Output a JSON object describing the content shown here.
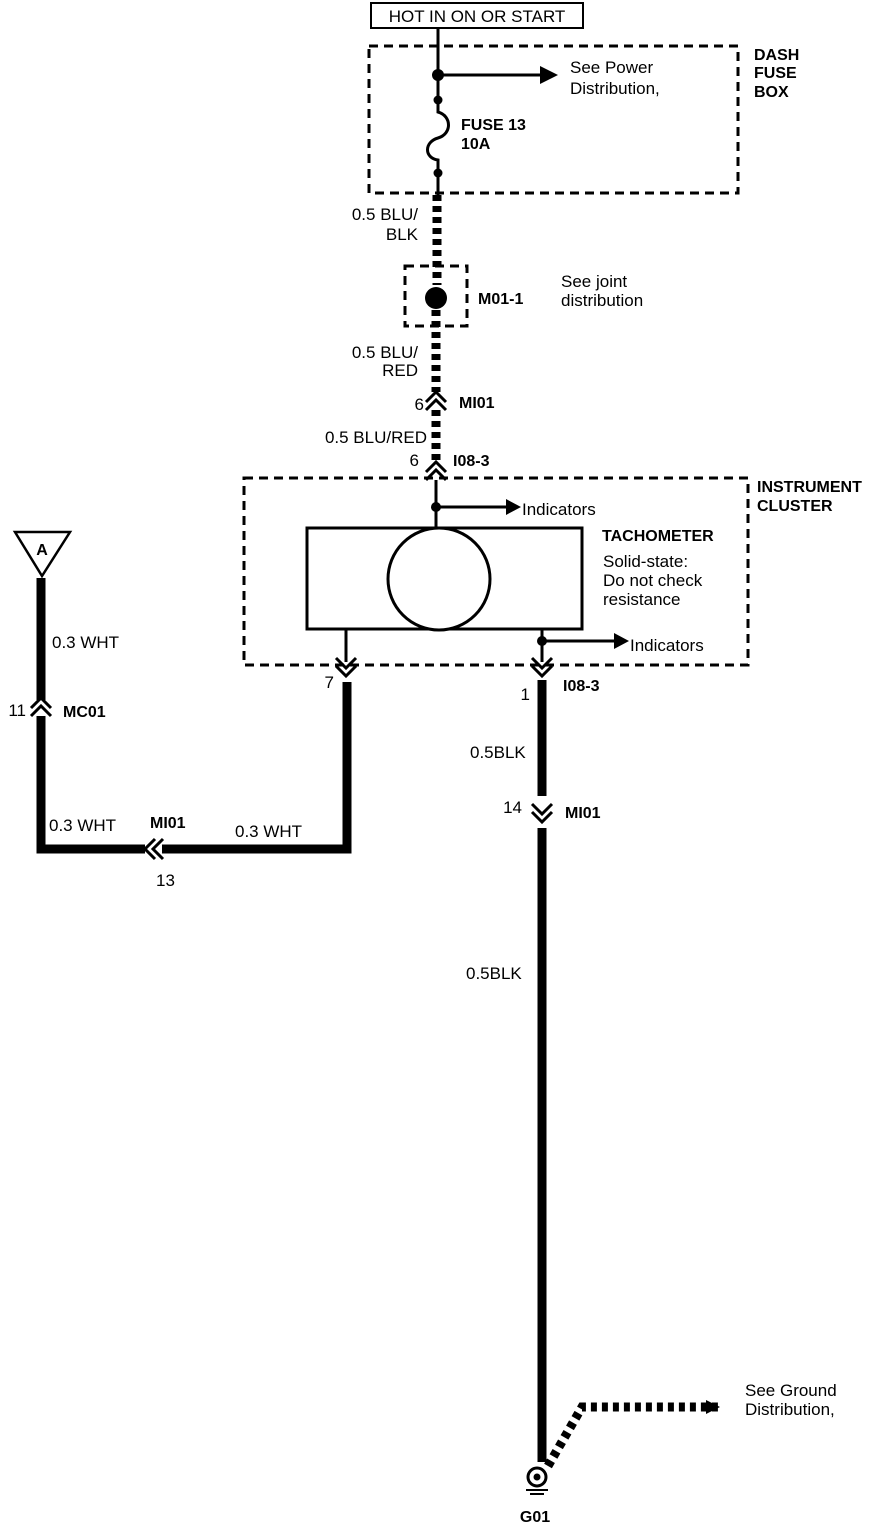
{
  "header": {
    "power_label": "HOT IN ON OR START"
  },
  "fuse_box": {
    "label_line1": "DASH",
    "label_line2": "FUSE",
    "label_line3": "BOX",
    "fuse_name": "FUSE 13",
    "fuse_rating": "10A",
    "ref_line1": "See Power",
    "ref_line2": "Distribution,"
  },
  "wires": {
    "w1_line1": "0.5 BLU/",
    "w1_line2": "BLK",
    "w2_line1": "0.5 BLU/",
    "w2_line2": "RED",
    "w3": "0.5 BLU/RED",
    "wht_a": "0.3 WHT",
    "wht_b": "0.3 WHT",
    "wht_c": "0.3 WHT",
    "blk_a": "0.5BLK",
    "blk_b": "0.5BLK"
  },
  "joint": {
    "name": "M01-1",
    "ref_line1": "See joint",
    "ref_line2": "distribution"
  },
  "connectors": {
    "mi01_upper_pin": "6",
    "mi01_upper_name": "MI01",
    "i08_upper_pin": "6",
    "i08_upper_name": "I08-3",
    "i08_left_pin": "7",
    "i08_right_pin": "1",
    "i08_lower_name": "I08-3",
    "mc01_pin": "11",
    "mc01_name": "MC01",
    "mi01_left_name": "MI01",
    "mi01_left_pin": "13",
    "mi01_right_pin": "14",
    "mi01_right_name": "MI01"
  },
  "cluster": {
    "label_line1": "INSTRUMENT",
    "label_line2": "CLUSTER",
    "tach_title": "TACHOMETER",
    "note_line1": "Solid-state:",
    "note_line2": "Do not check",
    "note_line3": "resistance",
    "indicators_top": "Indicators",
    "indicators_bottom": "Indicators"
  },
  "offpage": {
    "letter": "A"
  },
  "ground": {
    "name": "G01",
    "ref_line1": "See Ground",
    "ref_line2": "Distribution,"
  }
}
